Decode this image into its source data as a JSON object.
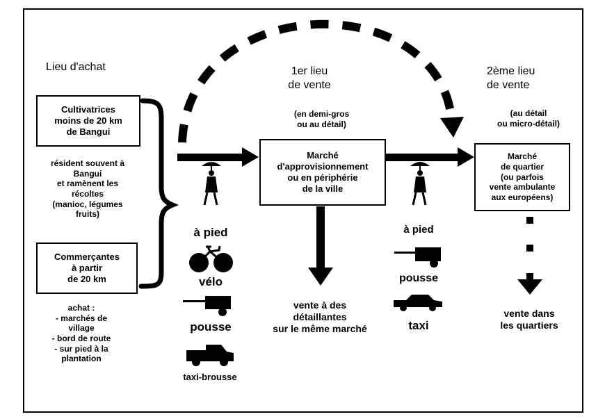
{
  "header": {
    "lieu_achat": "Lieu d'achat",
    "lieu_vente_1": "1er lieu\nde vente",
    "lieu_vente_2": "2ème lieu\nde vente"
  },
  "boxes": {
    "cultivatrices": "Cultivatrices\nmoins de 20 km\nde Bangui",
    "commercantes": "Commerçantes\nà partir\nde 20 km",
    "marche_approvisionnement": "Marché\nd'approvisionnement\nou en périphérie\nde la ville",
    "marche_quartier": "Marché\nde quartier\n(ou parfois\nvente ambulante\naux européens)"
  },
  "notes": {
    "resident": "résident souvent à\nBangui\net ramènent les\nrécoltes\n(manioc, légumes\nfruits)",
    "achat": "achat :\n- marchés de\nvillage\n- bord de route\n- sur pied à la\nplantation",
    "demi_gros": "(en demi-gros\nou au détail)",
    "detail": "(au détail\nou micro-détail)",
    "vente_detaillantes": "vente à des\ndétaillantes\nsur le même marché",
    "vente_quartiers": "vente dans\nles quartiers"
  },
  "transport_1": {
    "a_pied": "à pied",
    "velo": "vélo",
    "pousse": "pousse",
    "taxi_brousse": "taxi-brousse"
  },
  "transport_2": {
    "a_pied": "à pied",
    "pousse": "pousse",
    "taxi": "taxi"
  },
  "icons": [
    "walking-woman-icon",
    "bicycle-icon",
    "pushcart-icon",
    "pickup-truck-icon",
    "car-icon"
  ],
  "colors": {
    "ink": "#000000",
    "background": "#ffffff"
  }
}
